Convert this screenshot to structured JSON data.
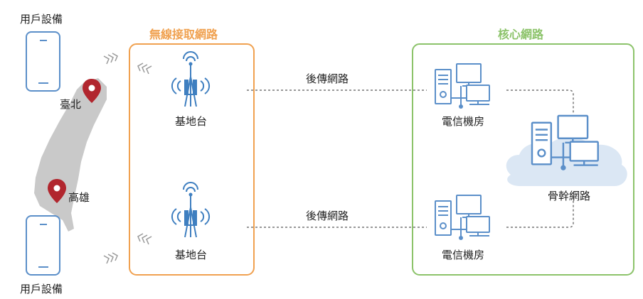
{
  "colors": {
    "access_accent": "#f0a150",
    "core_accent": "#8cc36a",
    "device": "#5b8fc9",
    "map": "#c9c9c9",
    "pin": "#b1262e",
    "cloud": "#dbe7f4",
    "antenna": "#3f7fc0"
  },
  "user_device_top": {
    "label": "用戶設備",
    "icon": "smartphone-icon"
  },
  "user_device_bottom": {
    "label": "用戶設備",
    "icon": "smartphone-icon"
  },
  "map": {
    "icon": "taiwan-map-icon",
    "pins": [
      {
        "label": "臺北",
        "icon": "location-pin-icon"
      },
      {
        "label": "高雄",
        "icon": "location-pin-icon"
      }
    ]
  },
  "access_network": {
    "title": "無線接取網路",
    "stations": [
      {
        "label": "基地台",
        "icon": "cell-tower-icon"
      },
      {
        "label": "基地台",
        "icon": "cell-tower-icon"
      }
    ]
  },
  "backhaul_links": [
    {
      "label": "後傳網路"
    },
    {
      "label": "後傳網路"
    }
  ],
  "core_network": {
    "title": "核心網路",
    "telecom_rooms": [
      {
        "label": "電信機房",
        "icon": "server-computer-icon"
      },
      {
        "label": "電信機房",
        "icon": "server-computer-icon"
      }
    ],
    "backbone": {
      "label": "骨幹網路",
      "icon": "cloud-server-icon"
    }
  }
}
